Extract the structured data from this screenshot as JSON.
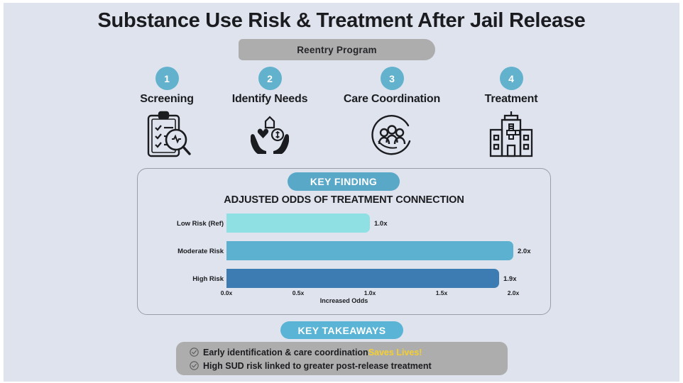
{
  "title": "Substance Use Risk & Treatment After Jail Release",
  "banner": {
    "label": "Reentry Program"
  },
  "steps": [
    {
      "number": "1",
      "label": "Screening",
      "icon": "clipboard-magnifier-icon"
    },
    {
      "number": "2",
      "label": "Identify Needs",
      "icon": "hands-heart-house-money-icon"
    },
    {
      "number": "3",
      "label": "Care Coordination",
      "icon": "people-circle-care-icon"
    },
    {
      "number": "4",
      "label": "Treatment",
      "icon": "hospital-building-icon"
    }
  ],
  "key_finding": {
    "badge": "KEY FINDING"
  },
  "key_takeaways": {
    "badge": "KEY TAKEAWAYS",
    "items": [
      {
        "text": "Early identification & care coordination ",
        "highlight": "Saves Lives!"
      },
      {
        "text": "High SUD risk linked to greater post-release treatment",
        "highlight": ""
      }
    ]
  },
  "colors": {
    "background": "#dfe3ee",
    "accent": "#62b1cd",
    "badge_finding": "#5aa8c8",
    "badge_takeaways": "#5ab4d6",
    "banner_gray": "#adadad",
    "highlight_yellow": "#f5cf30",
    "bar_low": "#8ee0e3",
    "bar_moderate": "#5cb0d0",
    "bar_high": "#3d7cb2"
  },
  "chart_data": {
    "type": "bar",
    "orientation": "horizontal",
    "title": "ADJUSTED ODDS OF TREATMENT CONNECTION",
    "xlabel": "Increased Odds",
    "ylabel": "",
    "categories": [
      "Low Risk (Ref)",
      "Moderate Risk",
      "High Risk"
    ],
    "values": [
      1.0,
      2.0,
      1.9
    ],
    "value_labels": [
      "1.0x",
      "2.0x",
      "1.9x"
    ],
    "bar_colors": [
      "#8ee0e3",
      "#5cb0d0",
      "#3d7cb2"
    ],
    "xlim": [
      0.0,
      2.0
    ],
    "xticks": [
      0.0,
      0.5,
      1.0,
      1.5,
      2.0
    ],
    "xtick_labels": [
      "0.0x",
      "0.5x",
      "1.0x",
      "1.5x",
      "2.0x"
    ],
    "grid": false,
    "legend": false
  }
}
